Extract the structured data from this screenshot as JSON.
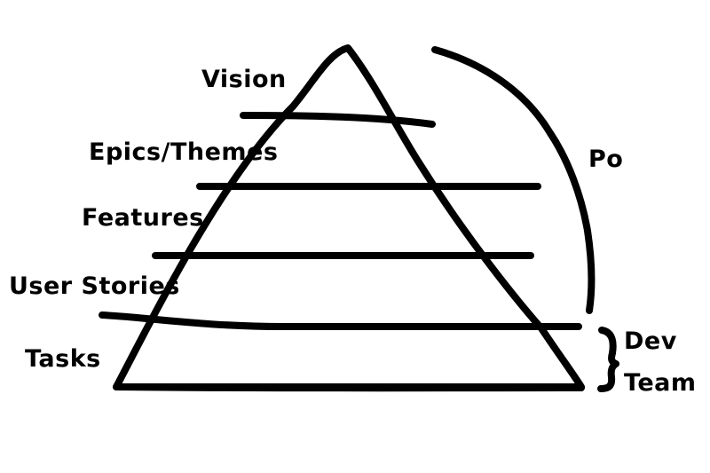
{
  "pyramid": {
    "levels": [
      {
        "label": "Vision"
      },
      {
        "label": "Epics/Themes"
      },
      {
        "label": "Features"
      },
      {
        "label": "User Stories"
      },
      {
        "label": "Tasks"
      }
    ]
  },
  "groups": {
    "po": {
      "label": "Po"
    },
    "dev_team": {
      "line1": "Dev",
      "line2": "Team"
    }
  },
  "colors": {
    "ink": "#000000",
    "background": "#ffffff"
  }
}
